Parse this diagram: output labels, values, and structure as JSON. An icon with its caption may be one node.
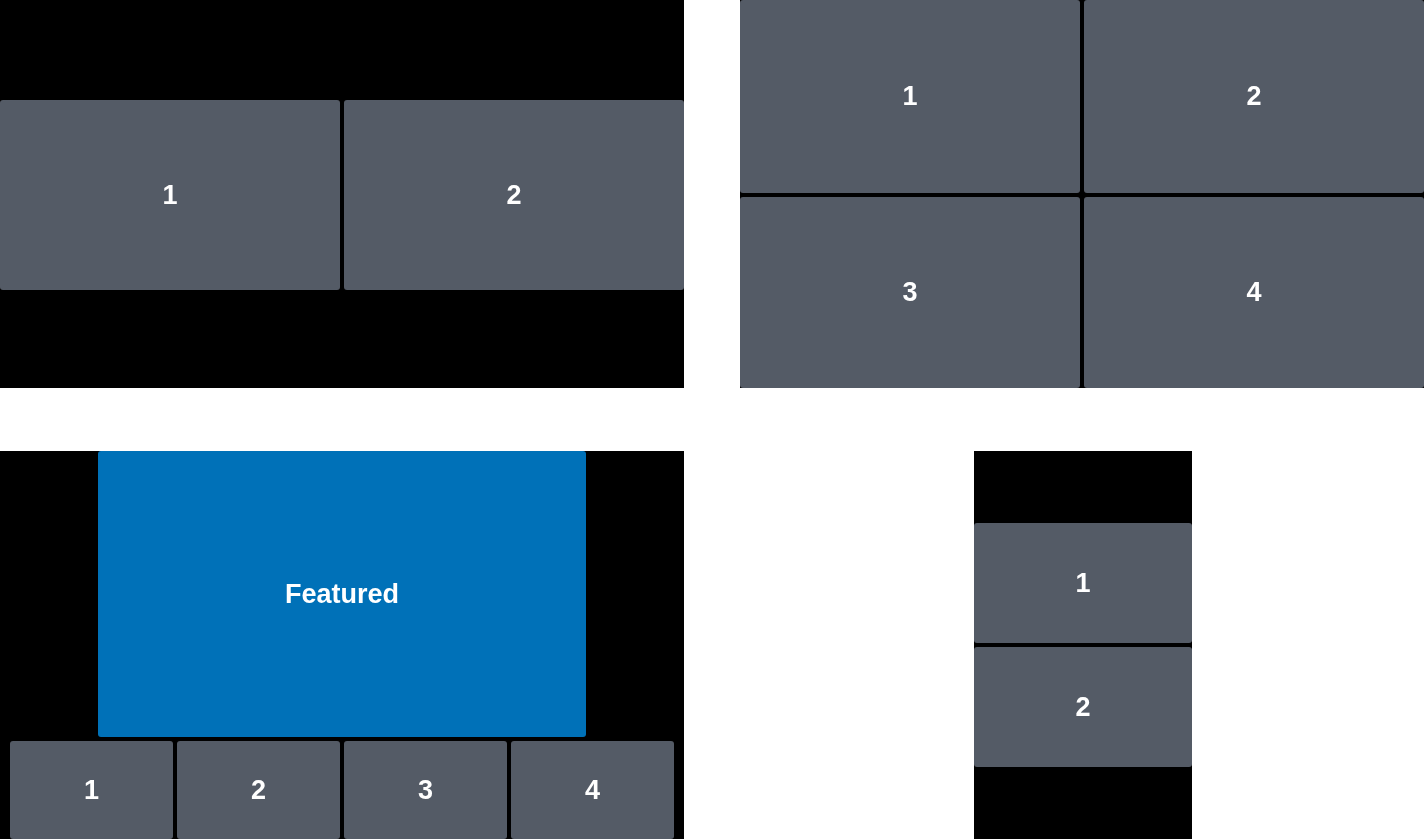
{
  "diagram": {
    "nodes": [
      {
        "text": [],
        "shape": "box"
      },
      {
        "text": [
          "1"
        ],
        "in": 0
      },
      {
        "text": [
          "2"
        ],
        "in": 0
      },
      {
        "text": [],
        "shape": "box"
      },
      {
        "text": [
          "1"
        ],
        "in": 3
      },
      {
        "text": [
          "2"
        ],
        "in": 3
      },
      {
        "text": [
          "3"
        ],
        "in": 3
      },
      {
        "text": [
          "4"
        ],
        "in": 3
      },
      {
        "text": [],
        "shape": "box"
      },
      {
        "text": [
          "Featured"
        ],
        "in": 8
      },
      {
        "text": [
          "1"
        ],
        "in": 8
      },
      {
        "text": [
          "2"
        ],
        "in": 8
      },
      {
        "text": [
          "3"
        ],
        "in": 8
      },
      {
        "text": [
          "4"
        ],
        "in": 8
      },
      {
        "text": [],
        "shape": "box"
      },
      {
        "text": [
          "1"
        ],
        "in": 14
      },
      {
        "text": [
          "2"
        ],
        "in": 14
      }
    ]
  }
}
